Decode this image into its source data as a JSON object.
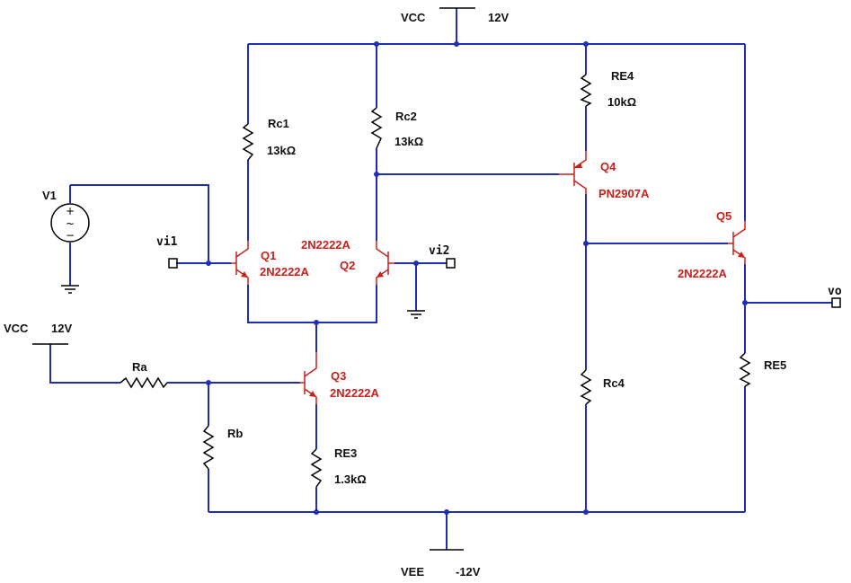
{
  "supply": {
    "vcc_top": {
      "name": "VCC",
      "value": "12V"
    },
    "vcc_left": {
      "name": "VCC",
      "value": "12V"
    },
    "vee": {
      "name": "VEE",
      "value": "-12V"
    }
  },
  "source": {
    "name": "V1",
    "plus": "+",
    "minus": "−",
    "wave": "~"
  },
  "ports": {
    "vi1": "vi1",
    "vi2": "vi2",
    "vo": "vo"
  },
  "resistors": {
    "rc1": {
      "name": "Rc1",
      "value": "13kΩ"
    },
    "rc2": {
      "name": "Rc2",
      "value": "13kΩ"
    },
    "re4": {
      "name": "RE4",
      "value": "10kΩ"
    },
    "re3": {
      "name": "RE3",
      "value": "1.3kΩ"
    },
    "ra": {
      "name": "Ra"
    },
    "rb": {
      "name": "Rb"
    },
    "rc4": {
      "name": "Rc4"
    },
    "re5": {
      "name": "RE5"
    }
  },
  "transistors": {
    "q1": {
      "name": "Q1",
      "model": "2N2222A"
    },
    "q2": {
      "name": "Q2",
      "model": "2N2222A"
    },
    "q3": {
      "name": "Q3",
      "model": "2N2222A"
    },
    "q4": {
      "name": "Q4",
      "model": "PN2907A"
    },
    "q5": {
      "name": "Q5",
      "model": "2N2222A"
    }
  },
  "colors": {
    "wire": "#1f2fb5",
    "component": "#c8201b",
    "text": "#111111"
  }
}
